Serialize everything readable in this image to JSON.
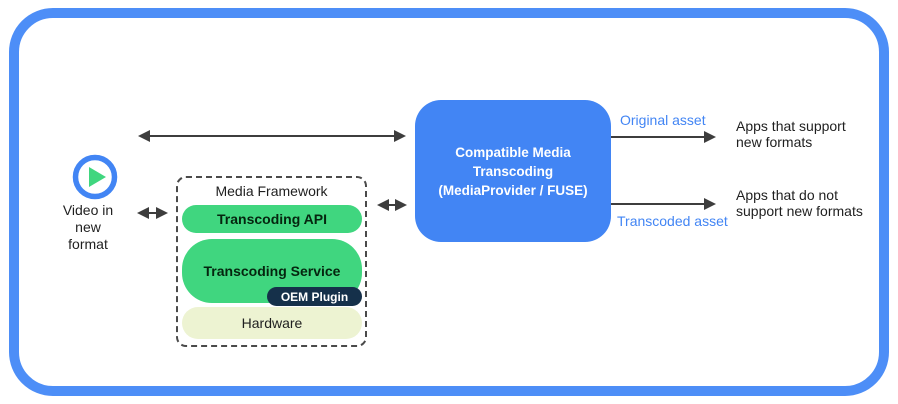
{
  "colors": {
    "frame_blue": "#4d8ef7",
    "transcoder_blue": "#4285f4",
    "layer_green": "#40d67f",
    "oem_navy": "#15304a",
    "hardware_cream": "#edf3d2",
    "asset_label_blue": "#4285f4",
    "arrow_gray": "#3d3d3d"
  },
  "source": {
    "icon": "play-icon",
    "label": "Video in\nnew\nformat"
  },
  "media_framework": {
    "title": "Media Framework",
    "layers": {
      "api": "Transcoding API",
      "service": "Transcoding Service",
      "oem_plugin": "OEM Plugin",
      "hardware": "Hardware"
    }
  },
  "transcoder": {
    "label": "Compatible Media\nTranscoding\n(MediaProvider / FUSE)"
  },
  "outputs": {
    "original_asset_label": "Original asset",
    "transcoded_asset_label": "Transcoded asset",
    "apps_support": "Apps that support\nnew formats",
    "apps_not_support": "Apps that do not\nsupport new formats"
  }
}
